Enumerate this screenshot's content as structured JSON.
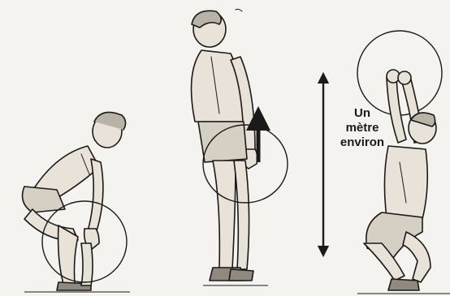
{
  "annotation": {
    "line1": "Un",
    "line2": "mètre",
    "line3": "environ"
  },
  "icons": {
    "height_arrow": "double-vertical-arrow",
    "lift_arrow": "upward-arrow"
  },
  "colors": {
    "background": "#f5f3ef",
    "ink": "#1a1a1a",
    "skin": "#e8e2d8",
    "shadow": "#9a958d"
  }
}
